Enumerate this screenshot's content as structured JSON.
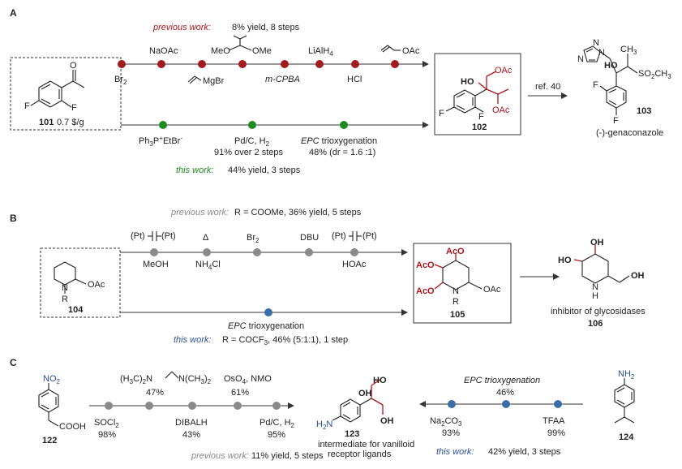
{
  "panels": {
    "a": "A",
    "b": "B",
    "c": "C"
  },
  "colors": {
    "previous_red": "#b0141b",
    "this_green": "#1f8a1f",
    "previous_grey": "#8a8a8a",
    "this_blue": "#2c4f9e"
  },
  "a": {
    "previous_work_label": "previous work:",
    "previous_work_text": "8% yield, 8 steps",
    "steps_top": [
      "NaOAc",
      "MeO",
      "OMe",
      "LiAlH",
      "4",
      "OAc"
    ],
    "steps_bottom": [
      "Br",
      "2",
      "MgBr",
      "m-CPBA",
      "HCl"
    ],
    "start_label": "101",
    "start_price": "0.7 $/g",
    "green_step1": "Ph",
    "green_step1_sub": "3",
    "green_step1_rest": "P",
    "green_step1_sup": "+",
    "green_step1_tail": "EtBr",
    "green_step1_sup2": "-",
    "green_step2": "Pd/C, H",
    "green_step2_sub": "2",
    "green_step2_note": "91% over 2 steps",
    "green_step3_italic": "EPC",
    "green_step3": " trioxygenation",
    "green_step3_note": "48% (dr = 1.6 :1)",
    "this_work_label": "this work:",
    "this_work_text": "44% yield, 3 steps",
    "product_label": "102",
    "ref": "ref. 40",
    "target_label": "103",
    "target_name": "(-)-genaconazole",
    "atoms": {
      "O": "O",
      "F": "F",
      "HO": "HO",
      "OAc": "OAc",
      "N": "N",
      "SO2CH3": "SO",
      "SO2CH3_sub": "2",
      "SO2CH3_tail": "CH",
      "SO2CH3_sub2": "3",
      "CH3": "CH",
      "CH3_sub": "3"
    }
  },
  "b": {
    "previous_work_label": "previous work:",
    "previous_work_text": "R = COOMe, 36% yield, 5 steps",
    "pt_left": "(Pt)",
    "pt_right": "(Pt)",
    "delta": "Δ",
    "br2": "Br",
    "br2_sub": "2",
    "dbu": "DBU",
    "meoh": "MeOH",
    "nh4cl": "NH",
    "nh4cl_sub": "4",
    "nh4cl_tail": "Cl",
    "hoac": "HOAc",
    "start_label": "104",
    "product_label": "105",
    "target_name": "inhibitor of glycosidases",
    "target_label": "106",
    "epc_italic": "EPC",
    "epc_text": " trioxygenation",
    "this_work_label": "this work:",
    "this_work_text": "R = COCF",
    "this_work_sub": "3",
    "this_work_tail": ", 46% (5:1:1), 1 step",
    "atoms": {
      "N": "N",
      "R": "R",
      "OAc": "OAc",
      "AcO": "AcO",
      "OH": "OH",
      "HO": "HO",
      "H": "H"
    }
  },
  "c": {
    "start_label": "122",
    "reagent1_top": "(H",
    "reagent1_sub": "3",
    "reagent1_mid": "C)",
    "reagent1_sub2": "2",
    "reagent1_n": "N",
    "reagent1_right": "N(CH",
    "reagent1_sub3": "3",
    "reagent1_end": ")",
    "reagent1_sub4": "2",
    "reagent1_yield": "47%",
    "reagent2_top": "OsO",
    "reagent2_sub": "4",
    "reagent2_tail": ", NMO",
    "reagent2_yield": "61%",
    "socl2": "SOCl",
    "socl2_sub": "2",
    "socl2_yield": "98%",
    "dibalh": "DIBALH",
    "dibalh_yield": "43%",
    "pdc": "Pd/C, H",
    "pdc_sub": "2",
    "pdc_yield": "95%",
    "previous_work_label": "previous work:",
    "previous_work_text": "11% yield, 5 steps",
    "product_label": "123",
    "product_name_1": "intermediate for vanilloid",
    "product_name_2": "receptor ligands",
    "epc_italic": "EPC trioxygenation",
    "epc_yield": "46%",
    "na2co3": "Na",
    "na2co3_sub": "2",
    "na2co3_tail": "CO",
    "na2co3_sub2": "3",
    "na2co3_yield": "93%",
    "tfaa": "TFAA",
    "tfaa_yield": "99%",
    "this_work_label": "this work:",
    "this_work_text": "42% yield, 3 steps",
    "target_label": "124",
    "atoms": {
      "NO2": "NO",
      "NO2_sub": "2",
      "COOH": "COOH",
      "HO": "HO",
      "OH": "OH",
      "H2N": "H",
      "H2N_sub": "2",
      "H2N_tail": "N",
      "NH2": "NH",
      "NH2_sub": "2"
    }
  }
}
